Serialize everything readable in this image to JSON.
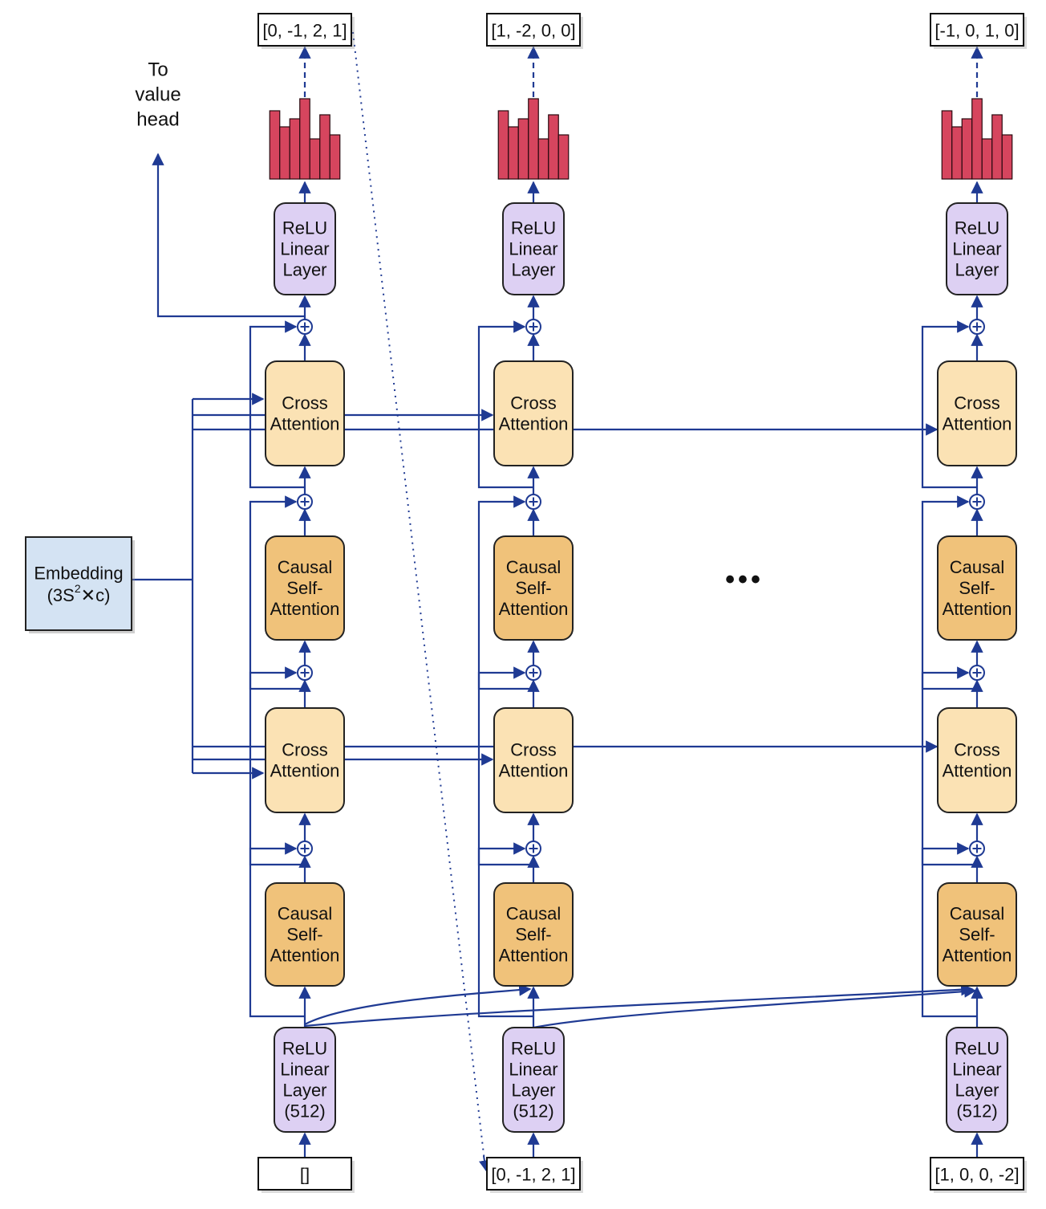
{
  "colors": {
    "line": "#1f3a93",
    "cross_fill": "#fbe2b4",
    "causal_fill": "#f0c27a",
    "relu_fill": "#ddd0f3",
    "embed_fill": "#d4e3f3",
    "hist_fill": "#d6455e",
    "box_stroke": "#222222"
  },
  "value_head": {
    "lines": [
      "To",
      "value",
      "head"
    ]
  },
  "embedding": {
    "line1": "Embedding",
    "line2_base": "(3S",
    "line2_sup": "2",
    "line2_rest": "✕c)"
  },
  "ellipsis": "•••",
  "columns": [
    {
      "output": "[0, -1, 2, 1]",
      "input": "[]",
      "relu_top": [
        "ReLU",
        "Linear",
        "Layer"
      ],
      "cross_top": [
        "Cross",
        "Attention"
      ],
      "causal_top": [
        "Causal",
        "Self-",
        "Attention"
      ],
      "cross_bottom": [
        "Cross",
        "Attention"
      ],
      "causal_bottom": [
        "Causal",
        "Self-",
        "Attention"
      ],
      "relu_bottom": [
        "ReLU",
        "Linear",
        "Layer",
        "(512)"
      ]
    },
    {
      "output": "[1, -2, 0, 0]",
      "input": "[0, -1, 2, 1]",
      "relu_top": [
        "ReLU",
        "Linear",
        "Layer"
      ],
      "cross_top": [
        "Cross",
        "Attention"
      ],
      "causal_top": [
        "Causal",
        "Self-",
        "Attention"
      ],
      "cross_bottom": [
        "Cross",
        "Attention"
      ],
      "causal_bottom": [
        "Causal",
        "Self-",
        "Attention"
      ],
      "relu_bottom": [
        "ReLU",
        "Linear",
        "Layer",
        "(512)"
      ]
    },
    {
      "output": "[-1, 0, 1, 0]",
      "input": "[1, 0, 0, -2]",
      "relu_top": [
        "ReLU",
        "Linear",
        "Layer"
      ],
      "cross_top": [
        "Cross",
        "Attention"
      ],
      "causal_top": [
        "Causal",
        "Self-",
        "Attention"
      ],
      "cross_bottom": [
        "Cross",
        "Attention"
      ],
      "causal_bottom": [
        "Causal",
        "Self-",
        "Attention"
      ],
      "relu_bottom": [
        "ReLU",
        "Linear",
        "Layer",
        "(512)"
      ]
    }
  ],
  "histogram": {
    "relative_heights": [
      0.85,
      0.65,
      0.75,
      1.0,
      0.5,
      0.8,
      0.55
    ]
  }
}
